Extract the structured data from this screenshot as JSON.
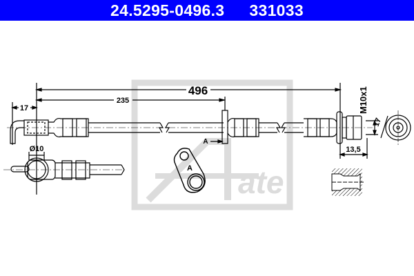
{
  "header": {
    "part_number": "24.5295-0496.3",
    "ref_number": "331033",
    "background_color": "#0000ff"
  },
  "drawing": {
    "dim_total_length": "496",
    "dim_bracket_position": "235",
    "dim_offset": "17",
    "dim_diameter": "Ø10",
    "dim_thread": "M10x1",
    "dim_wrench_size": "17",
    "dim_nut_length": "13,5",
    "view_marker": "A",
    "bracket_label": "A"
  },
  "watermark": {
    "logo_text": "Ate",
    "color": "#d8d8d8"
  }
}
